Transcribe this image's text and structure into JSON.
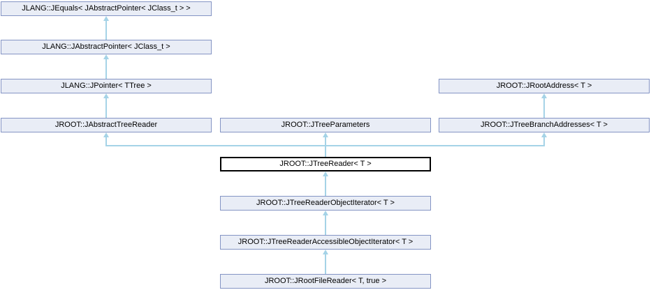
{
  "diagram": {
    "type": "class-inheritance-graph",
    "nodes": [
      {
        "id": "jequals",
        "label": "JLANG::JEquals< JAbstractPointer< JClass_t > >",
        "col": 0,
        "row": 0,
        "current": false
      },
      {
        "id": "jabstractpointer",
        "label": "JLANG::JAbstractPointer< JClass_t >",
        "col": 0,
        "row": 1,
        "current": false
      },
      {
        "id": "jpointer",
        "label": "JLANG::JPointer< TTree >",
        "col": 0,
        "row": 2,
        "current": false
      },
      {
        "id": "jabstracttreereader",
        "label": "JROOT::JAbstractTreeReader",
        "col": 0,
        "row": 3,
        "current": false
      },
      {
        "id": "jtreeparameters",
        "label": "JROOT::JTreeParameters",
        "col": 1,
        "row": 3,
        "current": false
      },
      {
        "id": "jrootaddress",
        "label": "JROOT::JRootAddress< T >",
        "col": 2,
        "row": 2,
        "current": false
      },
      {
        "id": "jtreebranchaddresses",
        "label": "JROOT::JTreeBranchAddresses< T >",
        "col": 2,
        "row": 3,
        "current": false
      },
      {
        "id": "jtreereader",
        "label": "JROOT::JTreeReader< T >",
        "col": 1,
        "row": 4,
        "current": true
      },
      {
        "id": "jtreereaderobjectiterator",
        "label": "JROOT::JTreeReaderObjectIterator< T >",
        "col": 1,
        "row": 5,
        "current": false
      },
      {
        "id": "jtreereaderaccessible",
        "label": "JROOT::JTreeReaderAccessibleObjectIterator< T >",
        "col": 1,
        "row": 6,
        "current": false
      },
      {
        "id": "jrootfilereader",
        "label": "JROOT::JRootFileReader< T, true >",
        "col": 1,
        "row": 7,
        "current": false
      }
    ],
    "edges": [
      {
        "child": "jabstractpointer",
        "parents": [
          "jequals"
        ]
      },
      {
        "child": "jpointer",
        "parents": [
          "jabstractpointer"
        ]
      },
      {
        "child": "jabstracttreereader",
        "parents": [
          "jpointer"
        ]
      },
      {
        "child": "jtreebranchaddresses",
        "parents": [
          "jrootaddress"
        ]
      },
      {
        "child": "jtreereader",
        "parents": [
          "jabstracttreereader",
          "jtreeparameters",
          "jtreebranchaddresses"
        ]
      },
      {
        "child": "jtreereaderobjectiterator",
        "parents": [
          "jtreereader"
        ]
      },
      {
        "child": "jtreereaderaccessible",
        "parents": [
          "jtreereaderobjectiterator"
        ]
      },
      {
        "child": "jrootfilereader",
        "parents": [
          "jtreereaderaccessible"
        ]
      }
    ]
  },
  "colors": {
    "background": "#ffffff",
    "node_fill": "#e9edf6",
    "node_border": "#8494c4",
    "current_node_fill": "#ffffff",
    "current_node_border": "#000000",
    "edge": "#a5d3e7",
    "text": "#000000"
  }
}
